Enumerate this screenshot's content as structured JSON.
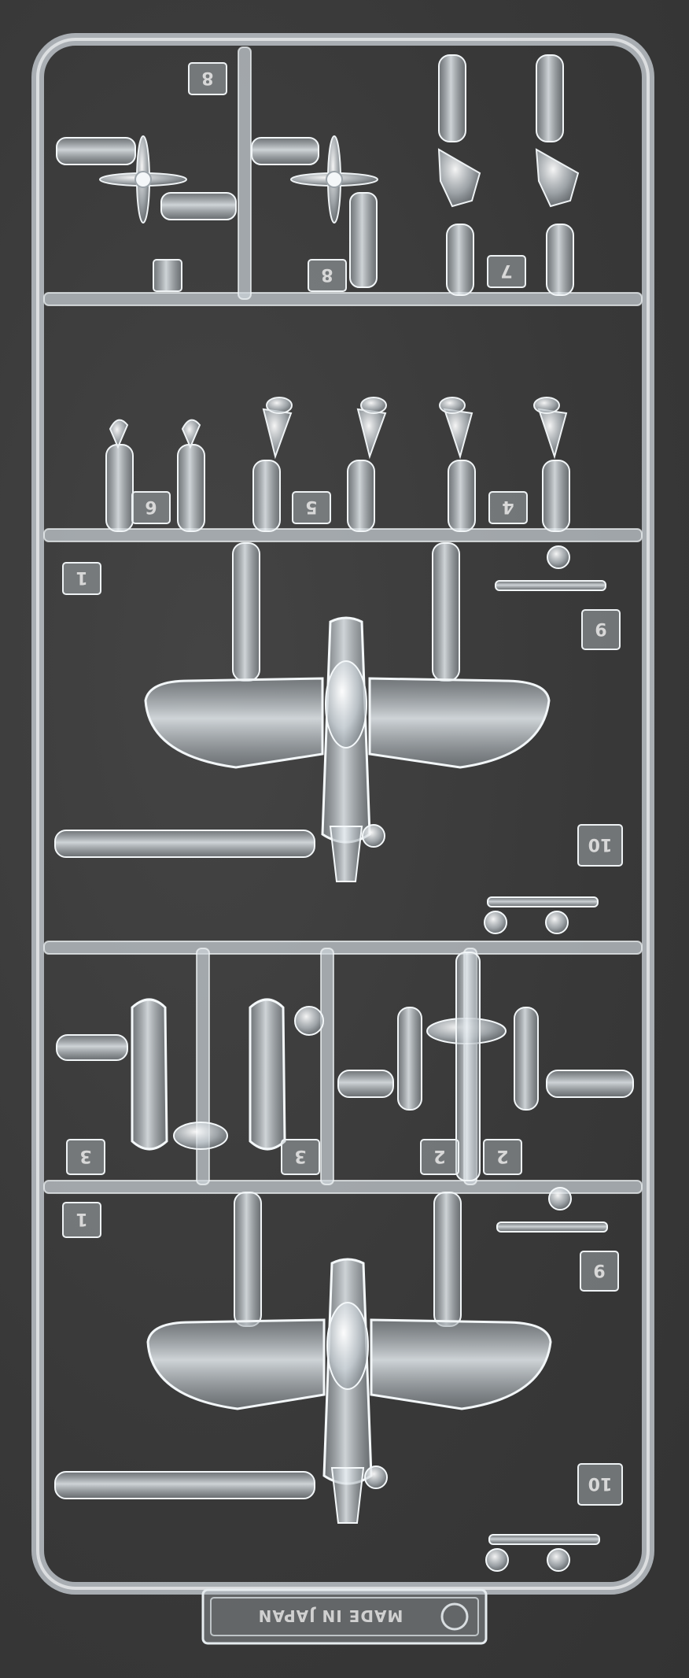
{
  "photo": {
    "subject": "Clear plastic model kit sprue",
    "background": "#3a3a3a",
    "plastic_color": "#d7dde3"
  },
  "part_numbers": [
    "8",
    "8",
    "7",
    "6",
    "5",
    "4",
    "1",
    "9",
    "10",
    "3",
    "3",
    "2",
    "2",
    "1",
    "9",
    "10"
  ],
  "stamp": {
    "text": "MADE IN JAPAN",
    "logo": "maker-logo"
  }
}
